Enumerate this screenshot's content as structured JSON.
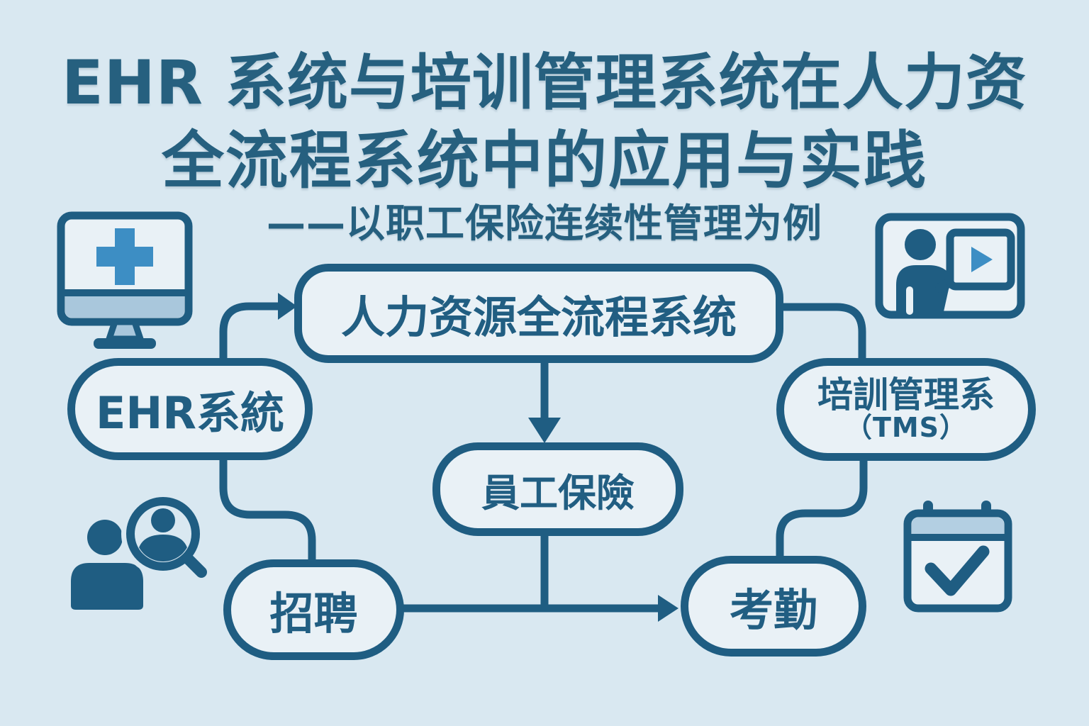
{
  "header": {
    "title_line1": "EHR 系统与培训管理系统在人力资",
    "title_line2": "全流程系统中的应用与实践",
    "subtitle": "——以职工保险连续性管理为例"
  },
  "diagram": {
    "nodes": {
      "hr_full_process": {
        "label": "人力资源全流程系统"
      },
      "ehr": {
        "label": "EHR系統"
      },
      "tms": {
        "label": "培訓管理系",
        "sublabel": "（TMS）"
      },
      "insurance": {
        "label": "員工保險"
      },
      "recruitment": {
        "label": "招聘"
      },
      "attendance": {
        "label": "考勤"
      }
    },
    "connectors": [
      {
        "from": "ehr",
        "to": "hr_full_process",
        "arrow": true
      },
      {
        "from": "hr_full_process",
        "to": "tms",
        "arrow": false
      },
      {
        "from": "hr_full_process",
        "to": "insurance",
        "arrow": true
      },
      {
        "from": "ehr",
        "to": "recruitment",
        "arrow": false
      },
      {
        "from": "tms",
        "to": "attendance",
        "arrow": false
      },
      {
        "from": "insurance",
        "to": "junction",
        "arrow": false
      },
      {
        "from": "recruitment",
        "to": "attendance",
        "arrow": true
      }
    ],
    "icons": [
      "medical-computer-icon",
      "training-presentation-icon",
      "recruitment-search-icon",
      "attendance-calendar-icon"
    ]
  },
  "colors": {
    "background": "#d9e8f1",
    "node_fill": "#e9f1f6",
    "stroke_dark_blue": "#1f5d82",
    "text_blue": "#215e82",
    "title_blue": "#26607f",
    "accent_blue": "#3d8ec4",
    "light_band_blue": "#a9c7dc"
  }
}
